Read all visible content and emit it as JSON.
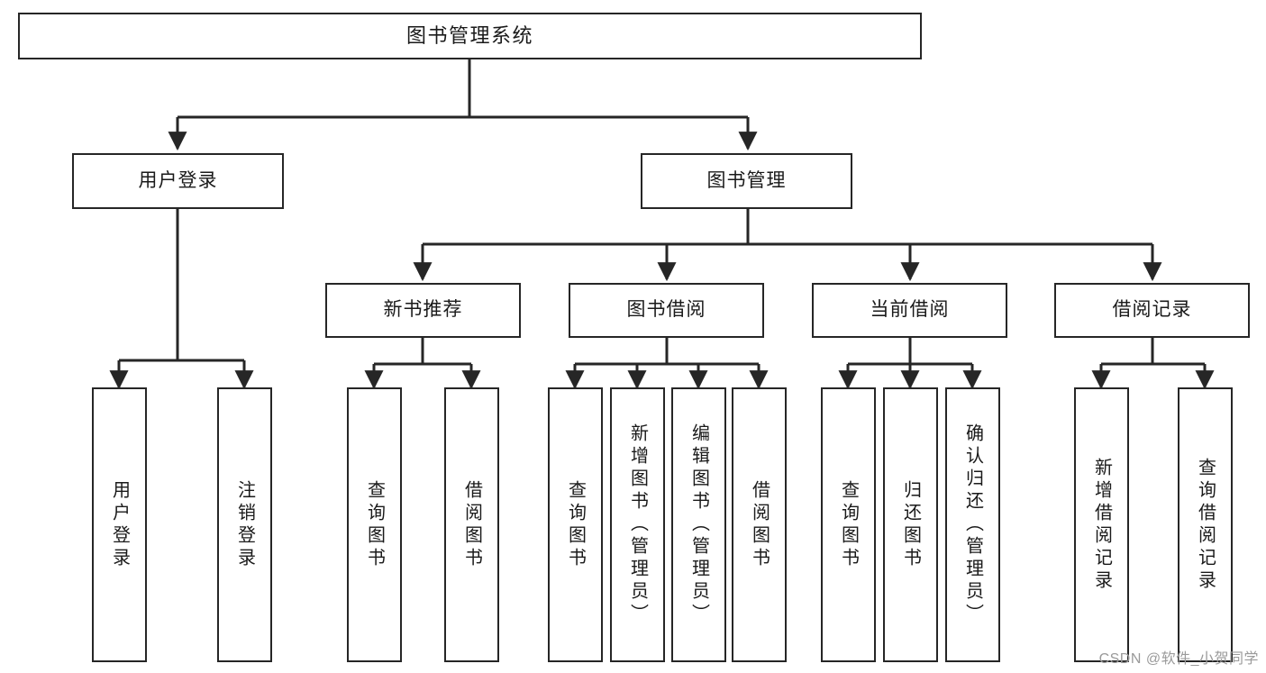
{
  "diagram": {
    "type": "tree",
    "title": "图书管理系统",
    "watermark": "CSDN @软件_小贺同学",
    "colors": {
      "box_border": "#262626",
      "box_fill": "#ffffff",
      "connector": "#262626",
      "text": "#1a1a1a",
      "watermark": "#9a9a9a",
      "background": "#ffffff"
    },
    "nodes": {
      "root": {
        "label": "图书管理系统"
      },
      "level2": [
        {
          "id": "user-login",
          "label": "用户登录"
        },
        {
          "id": "book-manage",
          "label": "图书管理"
        }
      ],
      "level3": [
        {
          "id": "new-book-recommend",
          "label": "新书推荐"
        },
        {
          "id": "book-borrow",
          "label": "图书借阅"
        },
        {
          "id": "current-borrow",
          "label": "当前借阅"
        },
        {
          "id": "borrow-record",
          "label": "借阅记录"
        }
      ],
      "leaves": {
        "user-login": [
          {
            "id": "leaf-user-login",
            "label": "用户登录"
          },
          {
            "id": "leaf-user-logout",
            "label": "注销登录"
          }
        ],
        "new-book-recommend": [
          {
            "id": "leaf-query-book-1",
            "label": "查询图书"
          },
          {
            "id": "leaf-borrow-book-1",
            "label": "借阅图书"
          }
        ],
        "book-borrow": [
          {
            "id": "leaf-query-book-2",
            "label": "查询图书"
          },
          {
            "id": "leaf-add-book",
            "label": "新增图书（管理员）"
          },
          {
            "id": "leaf-edit-book",
            "label": "编辑图书（管理员）"
          },
          {
            "id": "leaf-borrow-book-2",
            "label": "借阅图书"
          }
        ],
        "current-borrow": [
          {
            "id": "leaf-query-book-3",
            "label": "查询图书"
          },
          {
            "id": "leaf-return-book",
            "label": "归还图书"
          },
          {
            "id": "leaf-confirm-return",
            "label": "确认归还（管理员）"
          }
        ],
        "borrow-record": [
          {
            "id": "leaf-add-record",
            "label": "新增借阅记录"
          },
          {
            "id": "leaf-query-record",
            "label": "查询借阅记录"
          }
        ]
      }
    },
    "edges": [
      {
        "from": "图书管理系统",
        "to": "用户登录"
      },
      {
        "from": "图书管理系统",
        "to": "图书管理"
      },
      {
        "from": "用户登录",
        "to": "用户登录"
      },
      {
        "from": "用户登录",
        "to": "注销登录"
      },
      {
        "from": "图书管理",
        "to": "新书推荐"
      },
      {
        "from": "图书管理",
        "to": "图书借阅"
      },
      {
        "from": "图书管理",
        "to": "当前借阅"
      },
      {
        "from": "图书管理",
        "to": "借阅记录"
      },
      {
        "from": "新书推荐",
        "to": "查询图书"
      },
      {
        "from": "新书推荐",
        "to": "借阅图书"
      },
      {
        "from": "图书借阅",
        "to": "查询图书"
      },
      {
        "from": "图书借阅",
        "to": "新增图书（管理员）"
      },
      {
        "from": "图书借阅",
        "to": "编辑图书（管理员）"
      },
      {
        "from": "图书借阅",
        "to": "借阅图书"
      },
      {
        "from": "当前借阅",
        "to": "查询图书"
      },
      {
        "from": "当前借阅",
        "to": "归还图书"
      },
      {
        "from": "当前借阅",
        "to": "确认归还（管理员）"
      },
      {
        "from": "借阅记录",
        "to": "新增借阅记录"
      },
      {
        "from": "借阅记录",
        "to": "查询借阅记录"
      }
    ]
  }
}
